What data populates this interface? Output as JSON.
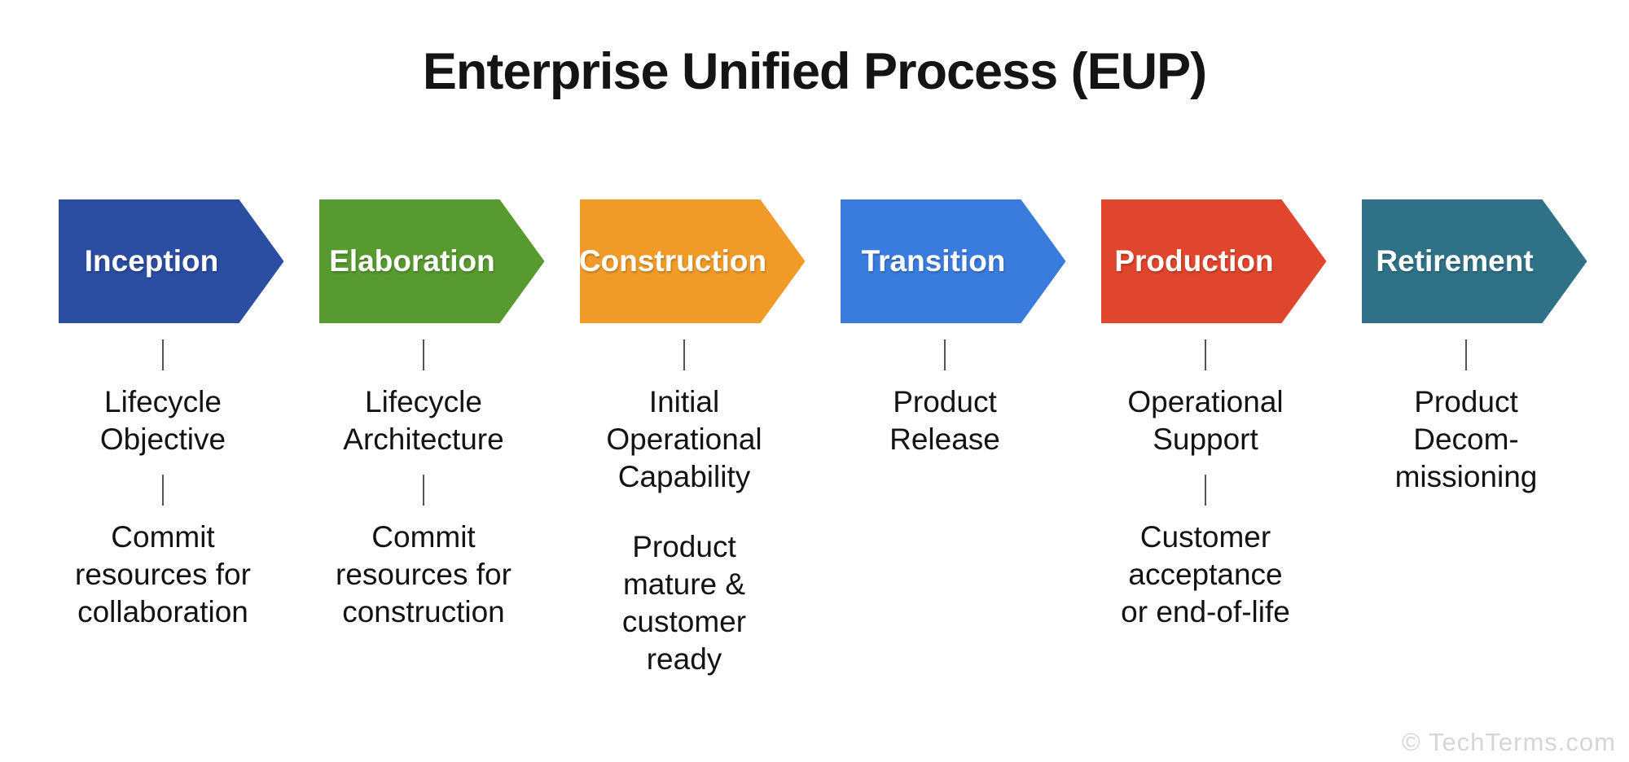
{
  "title": "Enterprise Unified Process (EUP)",
  "watermark": "© TechTerms.com",
  "phases": [
    {
      "name": "Inception",
      "color": "#2B4DA2",
      "milestones": [
        {
          "label": "Lifecycle\nObjective",
          "connector": true
        },
        {
          "label": "Commit\nresources for\ncollaboration",
          "connector": true
        }
      ]
    },
    {
      "name": "Elaboration",
      "color": "#579A2F",
      "milestones": [
        {
          "label": "Lifecycle\nArchitecture",
          "connector": true
        },
        {
          "label": "Commit\nresources for\nconstruction",
          "connector": true
        }
      ]
    },
    {
      "name": "Construction",
      "color": "#F09B28",
      "milestones": [
        {
          "label": "Initial\nOperational\nCapability",
          "connector": true
        },
        {
          "label": "Product\nmature &\ncustomer\nready",
          "connector": false
        }
      ]
    },
    {
      "name": "Transition",
      "color": "#3A7CDD",
      "milestones": [
        {
          "label": "Product\nRelease",
          "connector": true
        }
      ]
    },
    {
      "name": "Production",
      "color": "#E0452D",
      "milestones": [
        {
          "label": "Operational\nSupport",
          "connector": true
        },
        {
          "label": "Customer\nacceptance\nor end-of-life",
          "connector": true
        }
      ]
    },
    {
      "name": "Retirement",
      "color": "#2F7287",
      "milestones": [
        {
          "label": "Product\nDecom-\nmissioning",
          "connector": true
        }
      ]
    }
  ]
}
